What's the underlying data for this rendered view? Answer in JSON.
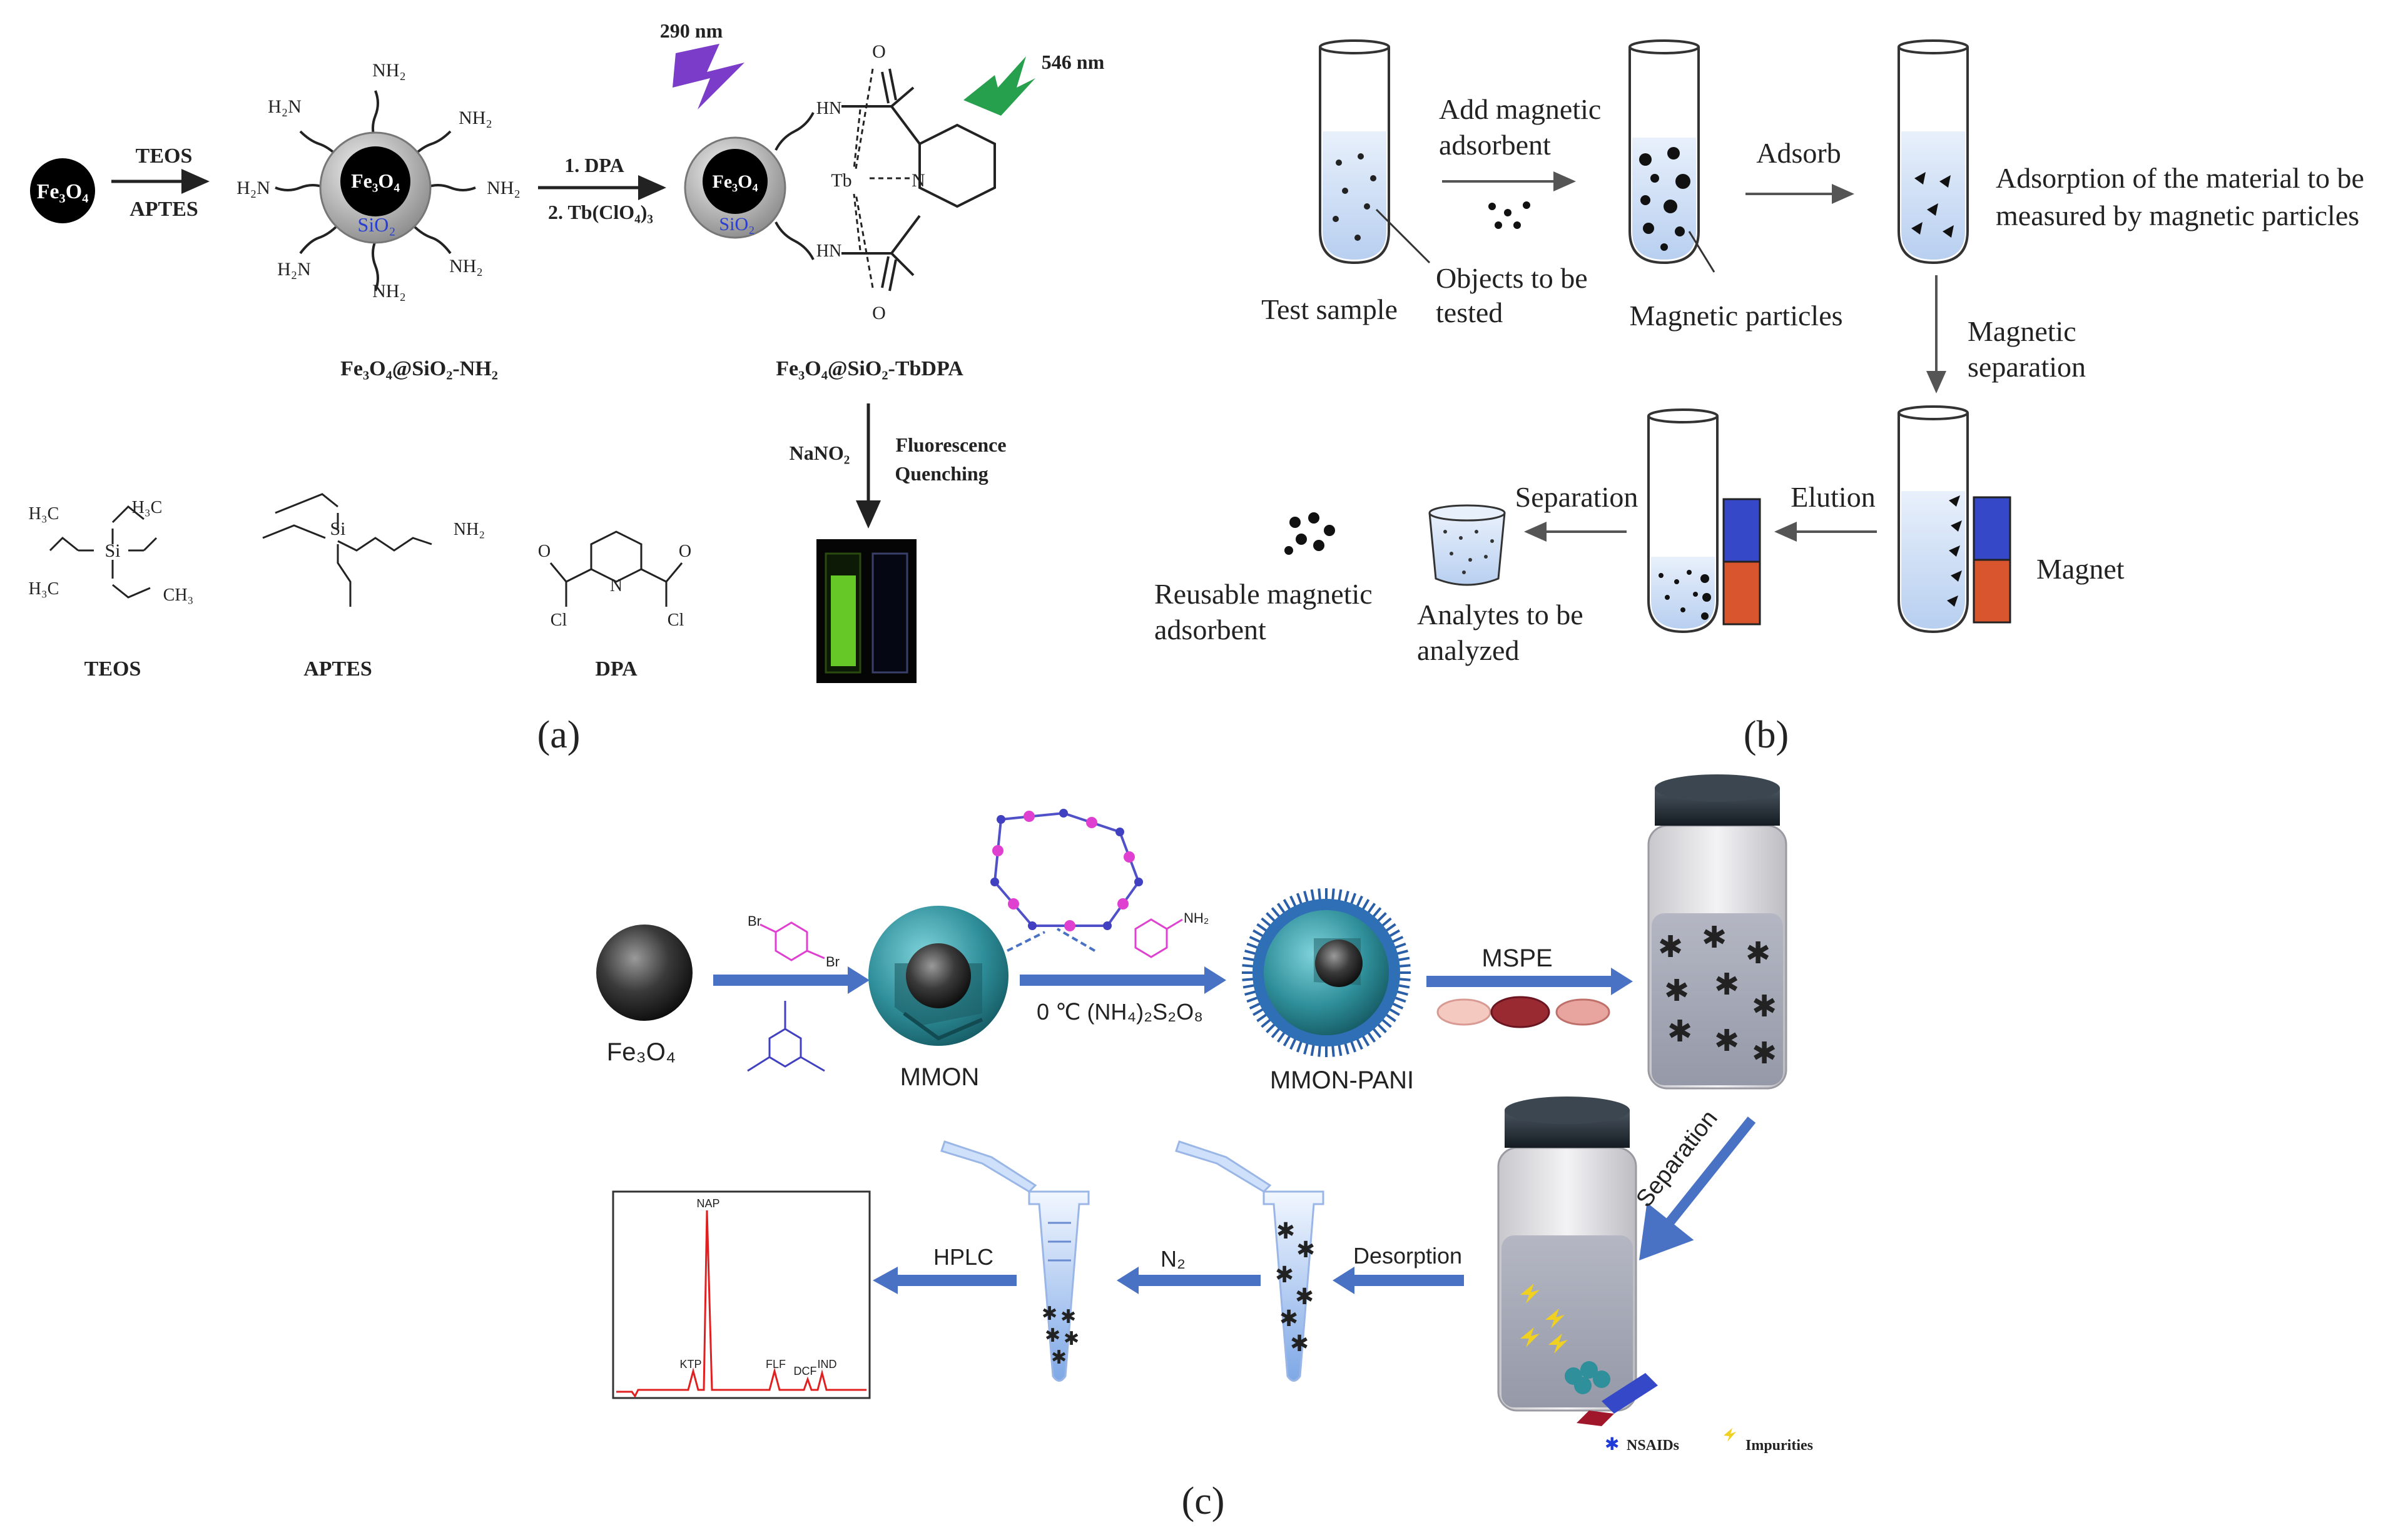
{
  "panel_a": {
    "caption": "(a)",
    "fe3o4": "Fe₃O₄",
    "teos": "TEOS",
    "aptes": "APTES",
    "sio2": "SiO₂",
    "nh2": "NH₂",
    "h2n": "H₂N",
    "step1": "1. DPA",
    "step2": "2. Tb(ClO₄)₃",
    "label_amine": "Fe₃O₄@SiO₂-NH₂",
    "label_tbdpa": "Fe₃O₄@SiO₂-TbDPA",
    "wavelength_ex": "290 nm",
    "wavelength_em": "546 nm",
    "tb": "Tb",
    "n": "N",
    "o": "O",
    "hn": "HN",
    "nano2": "NaNO₂",
    "fluorescence": "Fluorescence",
    "quenching": "Quenching",
    "teos_name": "TEOS",
    "aptes_name": "APTES",
    "dpa_name": "DPA",
    "h3c": "H₃C",
    "ch3": "CH₃",
    "si": "Si",
    "cl": "Cl"
  },
  "panel_b": {
    "caption": "(b)",
    "test_sample": "Test sample",
    "objects_to_be_tested": [
      "Objects to be",
      "tested"
    ],
    "add_magnetic_adsorbent": [
      "Add magnetic",
      "adsorbent"
    ],
    "magnetic_particles": "Magnetic particles",
    "adsorb": "Adsorb",
    "adsorption_note": [
      "Adsorption of the material to be",
      "measured by magnetic particles"
    ],
    "magnetic_separation": [
      "Magnetic",
      "separation"
    ],
    "magnet": "Magnet",
    "elution": "Elution",
    "separation": "Separation",
    "reusable": [
      "Reusable magnetic",
      "adsorbent"
    ],
    "analytes": [
      "Analytes to be",
      "analyzed"
    ]
  },
  "panel_c": {
    "caption": "(c)",
    "fe3o4": "Fe₃O₄",
    "mmon": "MMON",
    "reaction_conditions": "0 ℃ (NH₄)₂S₂O₈",
    "mmon_pani": "MMON-PANI",
    "mspe": "MSPE",
    "separation": "Separation",
    "desorption": "Desorption",
    "n2": "N₂",
    "hplc": "HPLC",
    "legend_nsaids": "NSAIDs",
    "legend_impurities": "Impurities",
    "chromatogram_peaks": [
      "NAP",
      "KTP",
      "FLF",
      "DCF",
      "IND"
    ],
    "br": "Br",
    "nh2": "NH₂"
  },
  "colors": {
    "arrow_blue": "#4a72c4",
    "teal": "#2f8f9a",
    "red_trace": "#e02020",
    "magnet_red": "#d9552e",
    "magnet_blue": "#3548c8",
    "purple": "#7a3cc9",
    "green": "#27a04d"
  }
}
